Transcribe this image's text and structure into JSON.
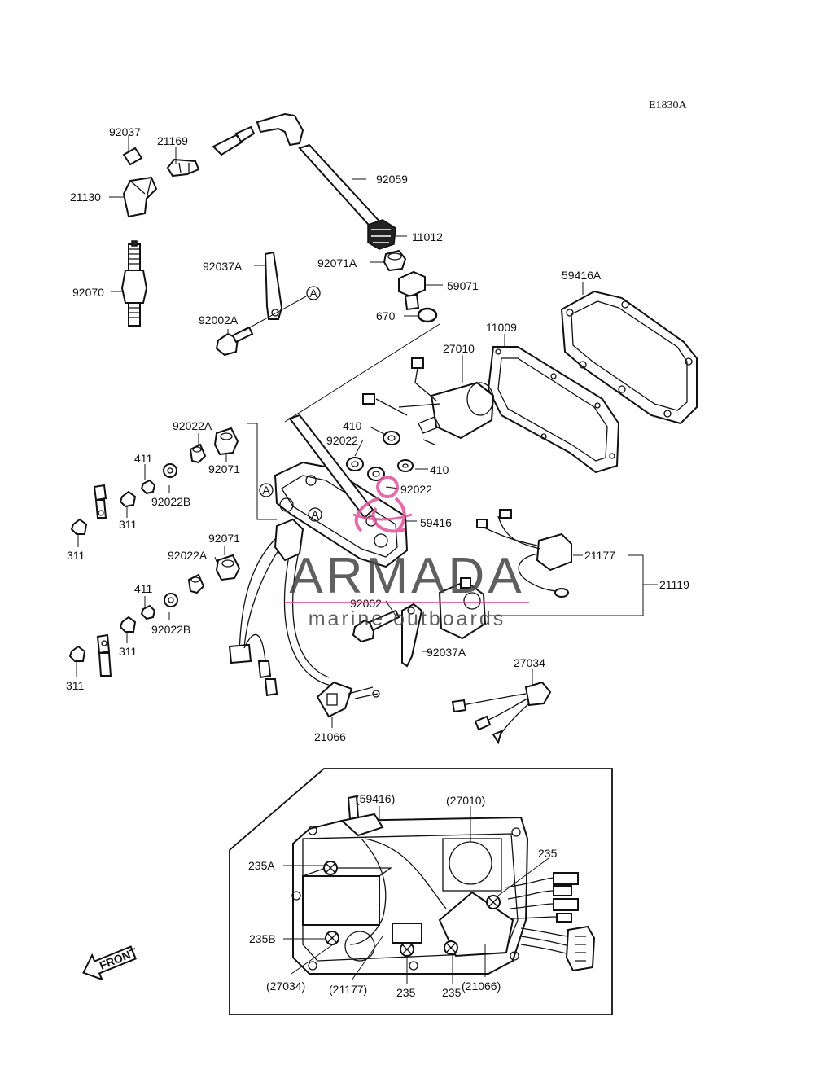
{
  "diagram_code": "E1830A",
  "front_label": "FRONT",
  "watermark": {
    "title": "ARMADA",
    "subtitle": "marine outboards",
    "accent": "#e0529a"
  },
  "callouts": [
    {
      "id": "c-92037",
      "text": "92037"
    },
    {
      "id": "c-21169",
      "text": "21169"
    },
    {
      "id": "c-21130",
      "text": "21130"
    },
    {
      "id": "c-92059",
      "text": "92059"
    },
    {
      "id": "c-11012",
      "text": "11012"
    },
    {
      "id": "c-92071A",
      "text": "92071A"
    },
    {
      "id": "c-92037A-top",
      "text": "92037A"
    },
    {
      "id": "c-59071",
      "text": "59071"
    },
    {
      "id": "c-59416A",
      "text": "59416A"
    },
    {
      "id": "c-92070",
      "text": "92070"
    },
    {
      "id": "c-92002A",
      "text": "92002A"
    },
    {
      "id": "c-670",
      "text": "670"
    },
    {
      "id": "c-11009",
      "text": "11009"
    },
    {
      "id": "c-27010",
      "text": "27010"
    },
    {
      "id": "c-92022A-top",
      "text": "92022A"
    },
    {
      "id": "c-410-a",
      "text": "410"
    },
    {
      "id": "c-92022-a",
      "text": "92022"
    },
    {
      "id": "c-411-top",
      "text": "411"
    },
    {
      "id": "c-92071-top",
      "text": "92071"
    },
    {
      "id": "c-410-b",
      "text": "410"
    },
    {
      "id": "c-92022B-top",
      "text": "92022B"
    },
    {
      "id": "c-92022-b",
      "text": "92022"
    },
    {
      "id": "c-311-a",
      "text": "311"
    },
    {
      "id": "c-311-b",
      "text": "311"
    },
    {
      "id": "c-59416",
      "text": "59416"
    },
    {
      "id": "c-92071-bot",
      "text": "92071"
    },
    {
      "id": "c-21177",
      "text": "21177"
    },
    {
      "id": "c-21119",
      "text": "21119"
    },
    {
      "id": "c-92022A-bot",
      "text": "92022A"
    },
    {
      "id": "c-92002",
      "text": "92002"
    },
    {
      "id": "c-411-bot",
      "text": "411"
    },
    {
      "id": "c-92022B-bot",
      "text": "92022B"
    },
    {
      "id": "c-92037A-bot",
      "text": "92037A"
    },
    {
      "id": "c-311-c",
      "text": "311"
    },
    {
      "id": "c-311-d",
      "text": "311"
    },
    {
      "id": "c-27034",
      "text": "27034"
    },
    {
      "id": "c-21066",
      "text": "21066"
    }
  ],
  "circle_markers": [
    "A",
    "A",
    "A"
  ],
  "inset": {
    "callouts": [
      {
        "id": "i-59416",
        "text": "(59416)"
      },
      {
        "id": "i-27010",
        "text": "(27010)"
      },
      {
        "id": "i-235A",
        "text": "235A"
      },
      {
        "id": "i-235-top",
        "text": "235"
      },
      {
        "id": "i-235B",
        "text": "235B"
      },
      {
        "id": "i-27034",
        "text": "(27034)"
      },
      {
        "id": "i-21177",
        "text": "(21177)"
      },
      {
        "id": "i-235-a",
        "text": "235"
      },
      {
        "id": "i-235-b",
        "text": "235"
      },
      {
        "id": "i-21066",
        "text": "(21066)"
      }
    ]
  }
}
